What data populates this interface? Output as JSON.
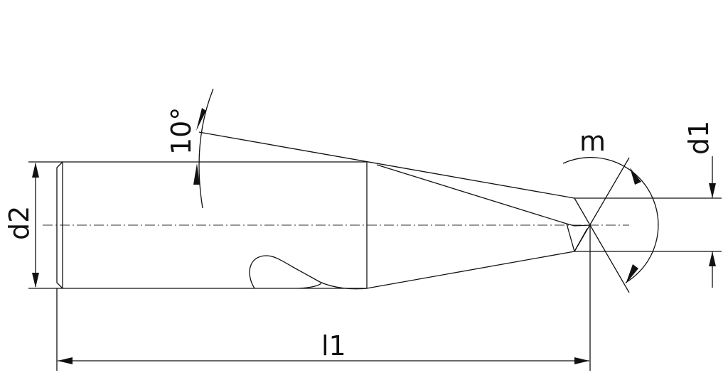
{
  "drawing": {
    "labels": {
      "angle": "10°",
      "shank_diameter": "d2",
      "tip_diameter": "d1",
      "tip_angle": "m",
      "overall_length": "l1"
    },
    "colors": {
      "line": "#111111",
      "background": "#ffffff"
    }
  }
}
